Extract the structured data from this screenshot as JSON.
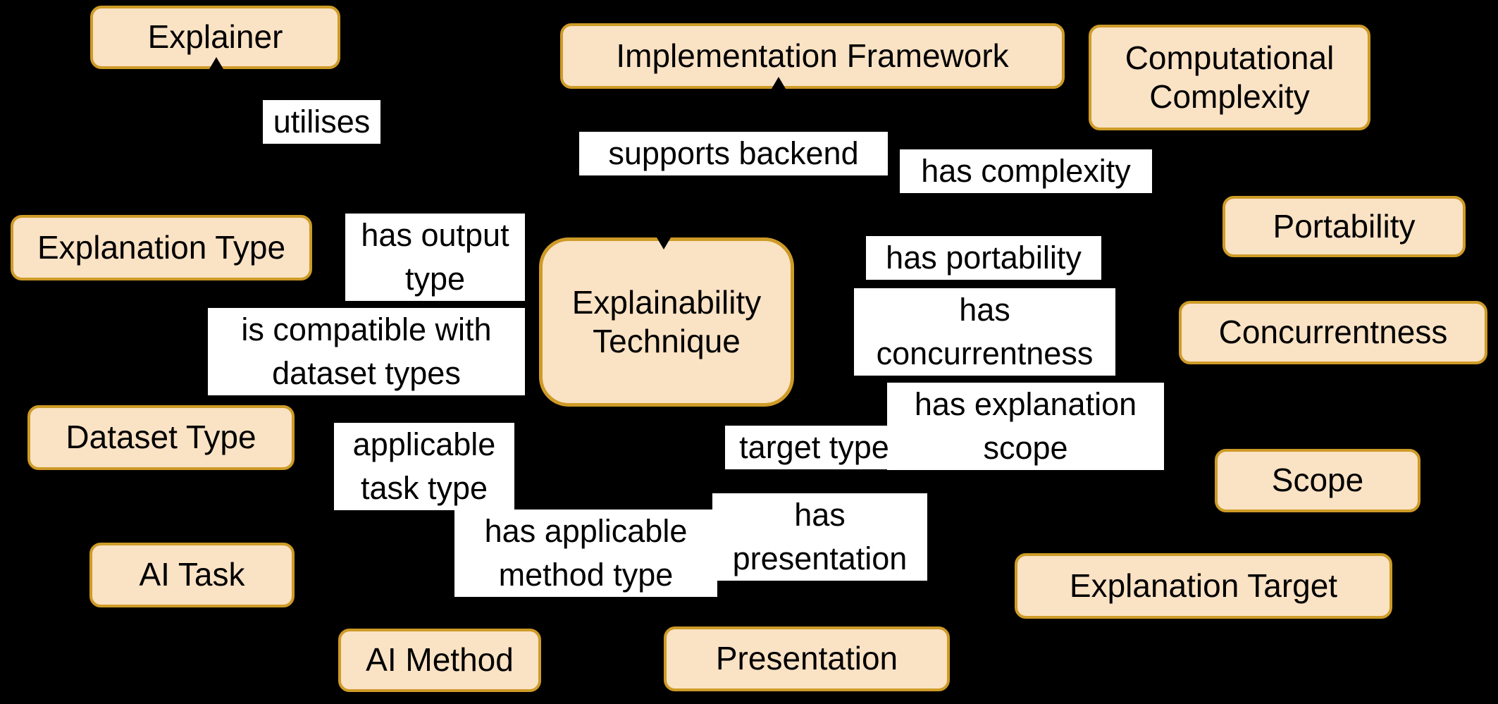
{
  "diagram": {
    "title": "Explainability Technique ontology graph",
    "colors": {
      "background": "#000000",
      "node_fill": "#FAE2C4",
      "node_border": "#CE9B27",
      "label_background": "#FFFFFF",
      "text": "#000000"
    },
    "nodes": {
      "explainer": "Explainer",
      "implementation_framework": "Implementation Framework",
      "computational_complexity": "Computational Complexity",
      "portability": "Portability",
      "explanation_type": "Explanation Type",
      "explainability_technique": "Explainability Technique",
      "concurrentness": "Concurrentness",
      "dataset_type": "Dataset Type",
      "scope": "Scope",
      "ai_task": "AI Task",
      "explanation_target": "Explanation Target",
      "ai_method": "AI Method",
      "presentation": "Presentation"
    },
    "edge_labels": {
      "utilises": "utilises",
      "supports_backend": "supports backend",
      "has_complexity": "has complexity",
      "has_output_type": "has output type",
      "is_compatible_with_dataset_types": "is compatible with dataset types",
      "has_portability": "has portability",
      "has_concurrentness": "has concurrentness",
      "has_explanation_scope": "has explanation scope",
      "target_type": "target type",
      "applicable_task_type": "applicable task type",
      "has_applicable_method_type": "has applicable method type",
      "has_presentation": "has presentation"
    }
  }
}
